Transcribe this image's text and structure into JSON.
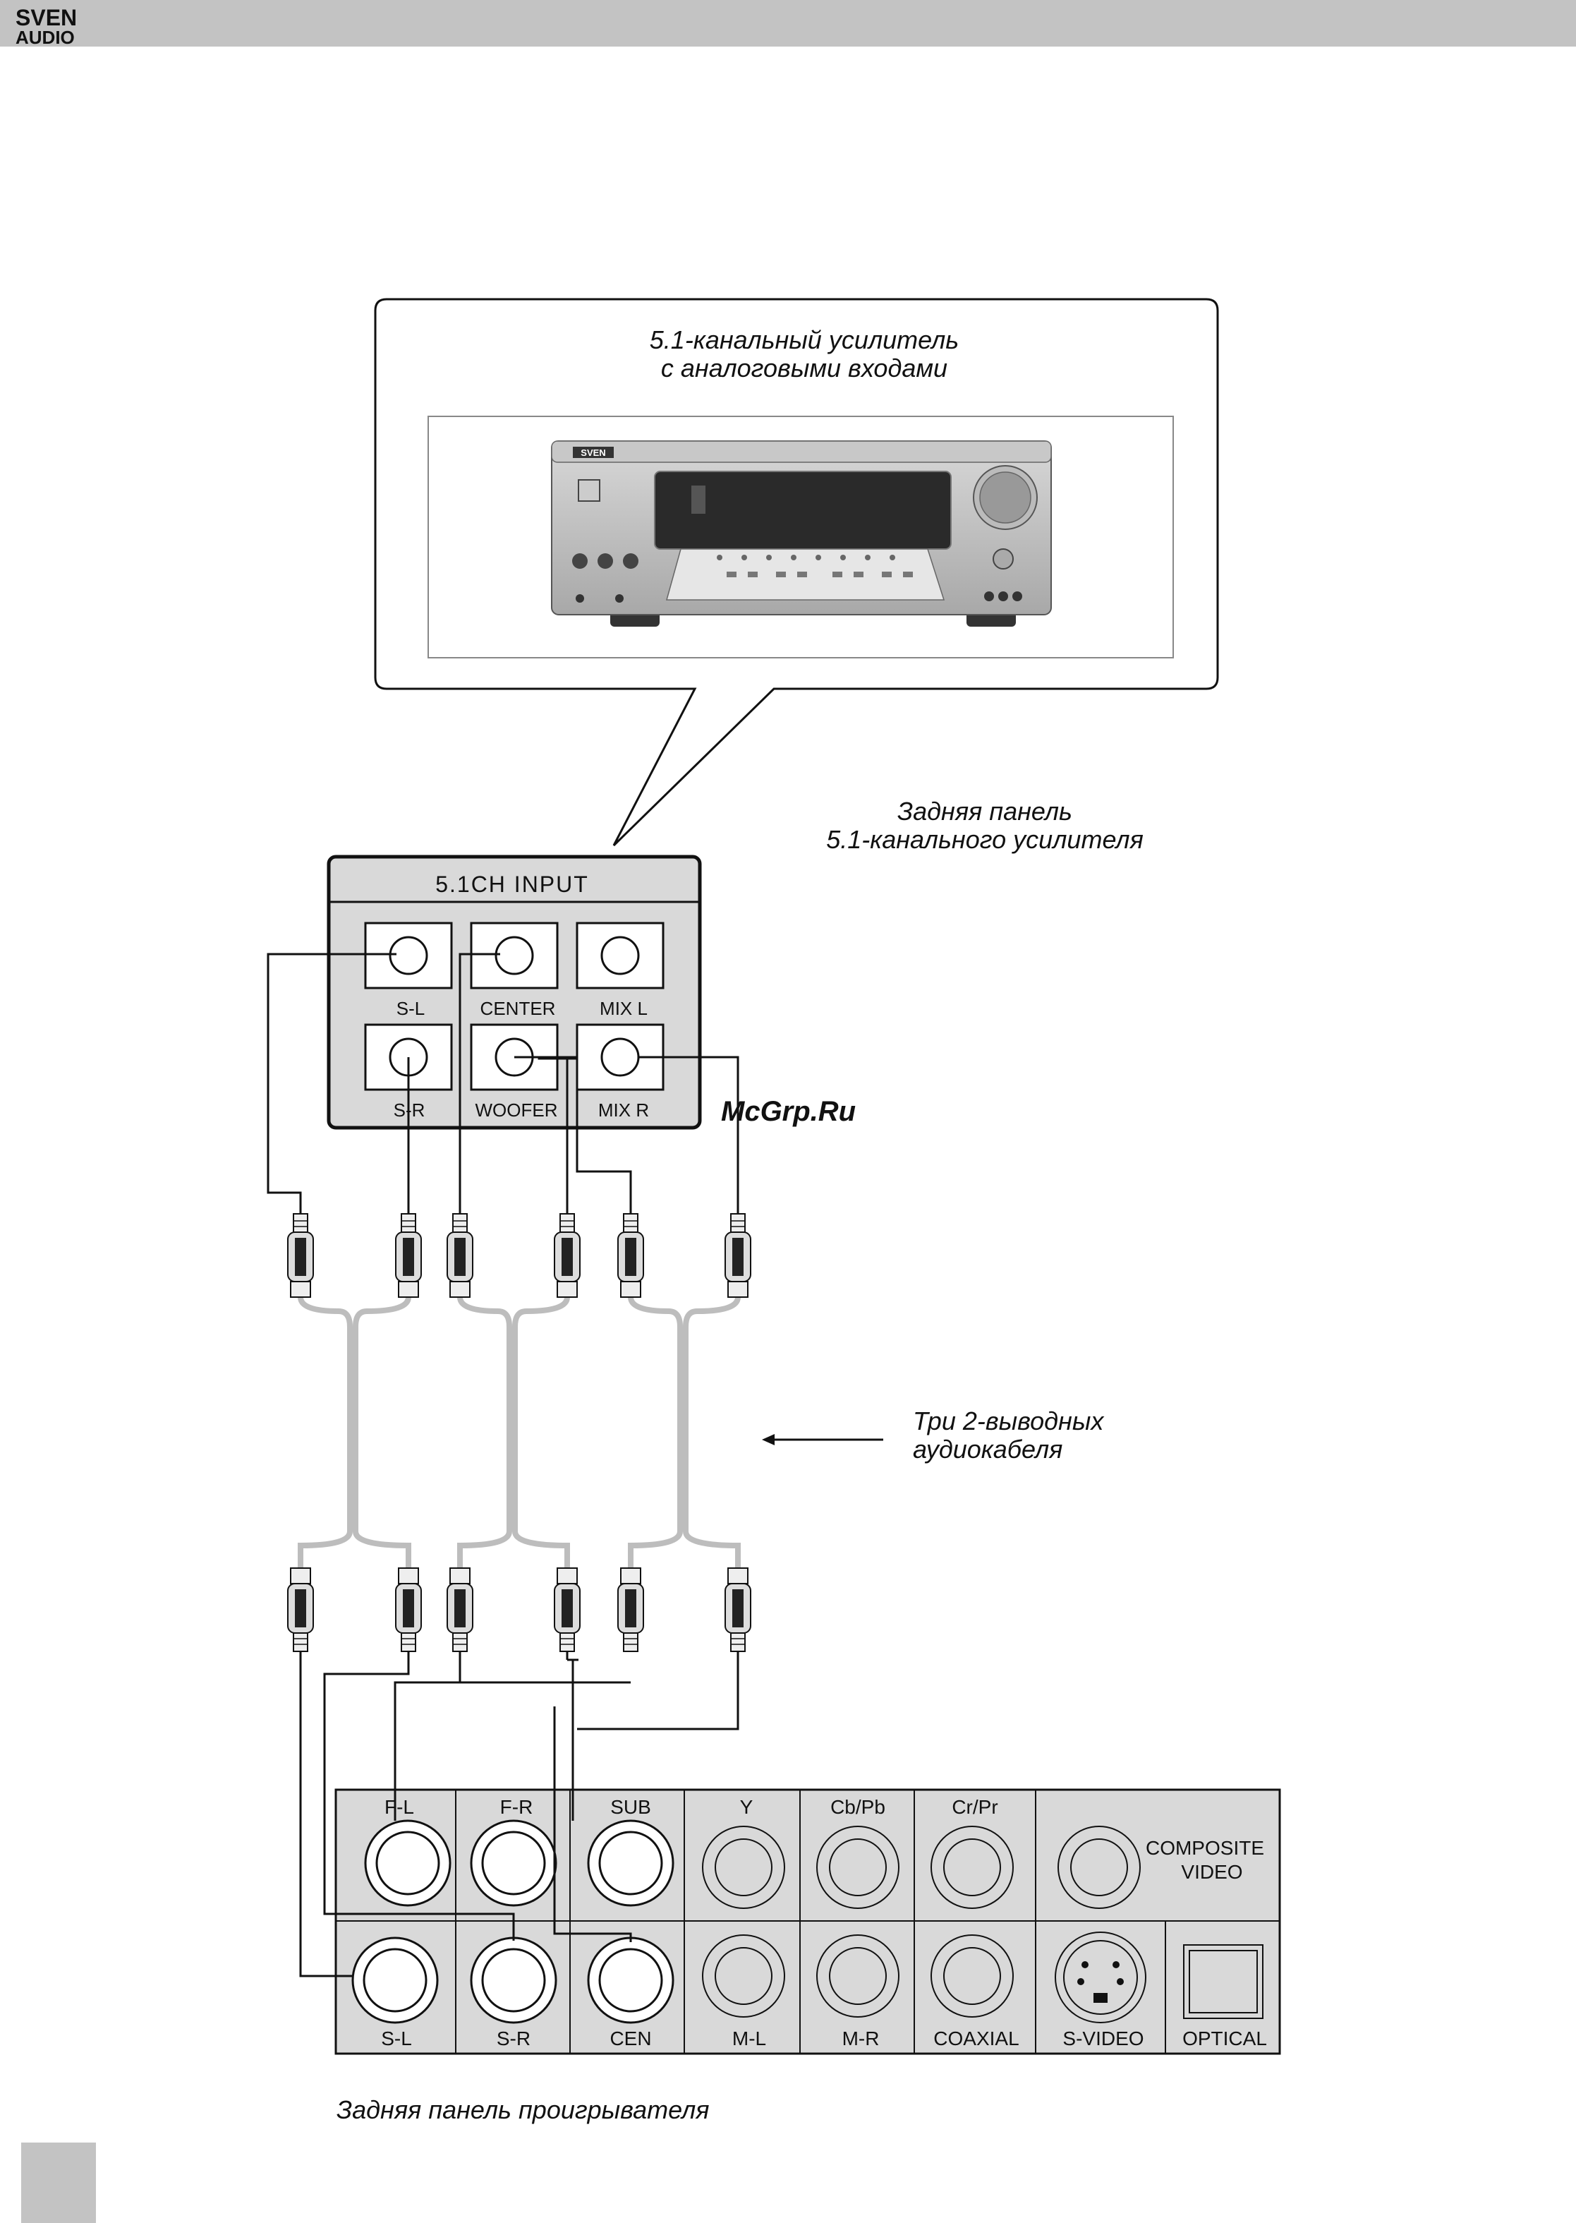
{
  "brand": {
    "line1": "SVEN",
    "line2": "AUDIO"
  },
  "callout": {
    "line1": "5.1-канальный усилитель",
    "line2": "с аналоговыми входами"
  },
  "amp_front": {
    "brand": "SVEN"
  },
  "rear_panel_label": {
    "line1": "Задняя панель",
    "line2": "5.1-канального усилителя"
  },
  "amp_input": {
    "title": "5.1CH INPUT",
    "labels": [
      "S-L",
      "CENTER",
      "MIX L",
      "S-R",
      "WOOFER",
      "MIX R"
    ]
  },
  "watermark": "McGrp.Ru",
  "cables_label": {
    "line1": "Три 2-выводных",
    "line2": "аудиокабеля"
  },
  "player_panel": {
    "top_labels": [
      "F-L",
      "F-R",
      "SUB",
      "Y",
      "Cb/Pb",
      "Cr/Pr"
    ],
    "composite": {
      "line1": "COMPOSITE",
      "line2": "VIDEO"
    },
    "bottom_labels": [
      "S-L",
      "S-R",
      "CEN",
      "M-L",
      "M-R",
      "COAXIAL",
      "S-VIDEO",
      "OPTICAL"
    ]
  },
  "player_caption": "Задняя панель проигрывателя",
  "colors": {
    "header_bar": "#c3c3c3",
    "panel_fill": "#d9d9d9",
    "cable": "#bdbdbd",
    "page_block": "#c3c3c3"
  }
}
